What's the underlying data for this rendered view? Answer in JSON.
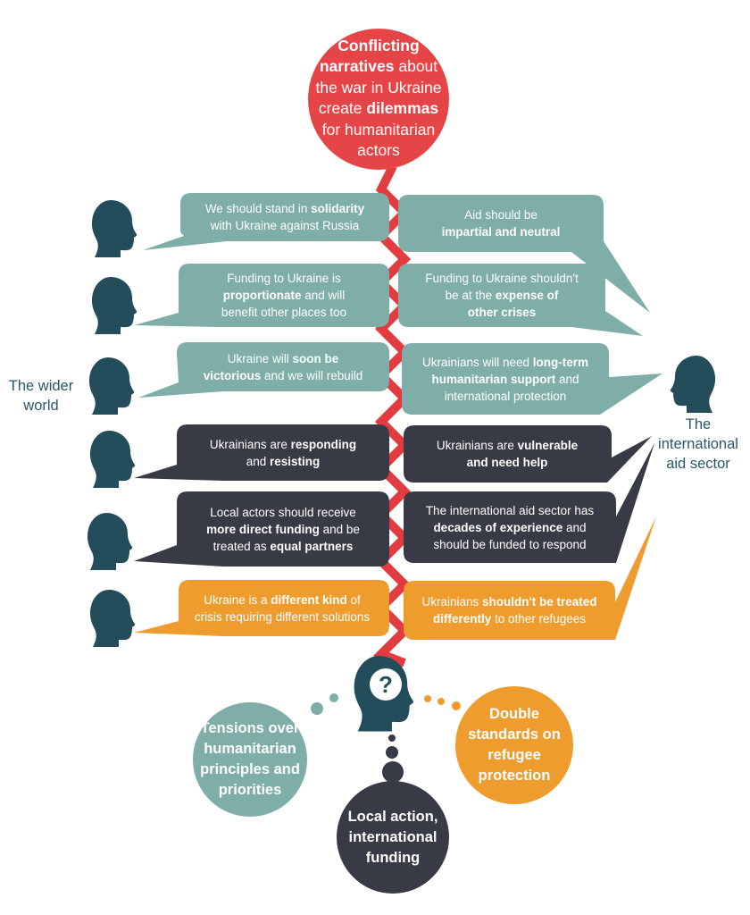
{
  "title": {
    "lines": [
      [
        {
          "t": "Conflicting",
          "b": true
        }
      ],
      [
        {
          "t": "narratives",
          "b": true
        },
        {
          "t": " about",
          "b": false
        }
      ],
      [
        {
          "t": "the war in Ukraine",
          "b": false
        }
      ],
      [
        {
          "t": "create ",
          "b": false
        },
        {
          "t": "dilemmas",
          "b": true
        }
      ],
      [
        {
          "t": "for humanitarian",
          "b": false
        }
      ],
      [
        {
          "t": "actors",
          "b": false
        }
      ]
    ]
  },
  "left_label": "The wider world",
  "right_label": "The international aid sector",
  "colors": {
    "title_circle": "#e64548",
    "zigzag": "#e23c41",
    "teal": "#7faea8",
    "dark": "#383a45",
    "orange": "#ef9c2f",
    "head": "#234d5a",
    "label_text": "#2a5966"
  },
  "left_bubbles": [
    {
      "lines": [
        [
          {
            "t": "We should stand in ",
            "b": false
          },
          {
            "t": "solidarity",
            "b": true
          }
        ],
        [
          {
            "t": "with Ukraine against Russia",
            "b": false
          }
        ]
      ]
    },
    {
      "lines": [
        [
          {
            "t": "Funding to Ukraine is",
            "b": false
          }
        ],
        [
          {
            "t": "proportionate",
            "b": true
          },
          {
            "t": " and will",
            "b": false
          }
        ],
        [
          {
            "t": "benefit other places too",
            "b": false
          }
        ]
      ]
    },
    {
      "lines": [
        [
          {
            "t": "Ukraine will ",
            "b": false
          },
          {
            "t": "soon be",
            "b": true
          }
        ],
        [
          {
            "t": "victorious",
            "b": true
          },
          {
            "t": " and we will rebuild",
            "b": false
          }
        ]
      ]
    },
    {
      "lines": [
        [
          {
            "t": "Ukrainians are ",
            "b": false
          },
          {
            "t": "responding",
            "b": true
          }
        ],
        [
          {
            "t": "and ",
            "b": false
          },
          {
            "t": "resisting",
            "b": true
          }
        ]
      ]
    },
    {
      "lines": [
        [
          {
            "t": "Local actors should receive",
            "b": false
          }
        ],
        [
          {
            "t": "more direct funding",
            "b": true
          },
          {
            "t": " and be",
            "b": false
          }
        ],
        [
          {
            "t": "treated as ",
            "b": false
          },
          {
            "t": "equal partners",
            "b": true
          }
        ]
      ]
    },
    {
      "lines": [
        [
          {
            "t": "Ukraine is a ",
            "b": false
          },
          {
            "t": "different kind",
            "b": true
          },
          {
            "t": " of",
            "b": false
          }
        ],
        [
          {
            "t": "crisis requiring different solutions",
            "b": false
          }
        ]
      ]
    }
  ],
  "right_bubbles": [
    {
      "lines": [
        [
          {
            "t": "Aid should be",
            "b": false
          }
        ],
        [
          {
            "t": "impartial and neutral",
            "b": true
          }
        ]
      ]
    },
    {
      "lines": [
        [
          {
            "t": "Funding to Ukraine shouldn't",
            "b": false
          }
        ],
        [
          {
            "t": "be at the ",
            "b": false
          },
          {
            "t": "expense of",
            "b": true
          }
        ],
        [
          {
            "t": "other crises",
            "b": true
          }
        ]
      ]
    },
    {
      "lines": [
        [
          {
            "t": "Ukrainians will need ",
            "b": false
          },
          {
            "t": "long-term",
            "b": true
          }
        ],
        [
          {
            "t": "humanitarian support",
            "b": true
          },
          {
            "t": " and",
            "b": false
          }
        ],
        [
          {
            "t": "international protection",
            "b": false
          }
        ]
      ]
    },
    {
      "lines": [
        [
          {
            "t": "Ukrainians are ",
            "b": false
          },
          {
            "t": "vulnerable",
            "b": true
          }
        ],
        [
          {
            "t": "and need help",
            "b": true
          }
        ]
      ]
    },
    {
      "lines": [
        [
          {
            "t": "The international aid sector has",
            "b": false
          }
        ],
        [
          {
            "t": "decades of experience",
            "b": true
          },
          {
            "t": " and",
            "b": false
          }
        ],
        [
          {
            "t": "should be funded to respond",
            "b": false
          }
        ]
      ]
    },
    {
      "lines": [
        [
          {
            "t": "Ukrainians ",
            "b": false
          },
          {
            "t": "shouldn't be treated",
            "b": true
          }
        ],
        [
          {
            "t": "differently",
            "b": true
          },
          {
            "t": " to other refugees",
            "b": false
          }
        ]
      ]
    }
  ],
  "question_mark": "?",
  "outcomes": [
    {
      "lines": [
        "Tensions over",
        "humanitarian",
        "principles and",
        "priorities"
      ]
    },
    {
      "lines": [
        "Local action,",
        "international",
        "funding"
      ]
    },
    {
      "lines": [
        "Double",
        "standards on",
        "refugee",
        "protection"
      ]
    }
  ]
}
